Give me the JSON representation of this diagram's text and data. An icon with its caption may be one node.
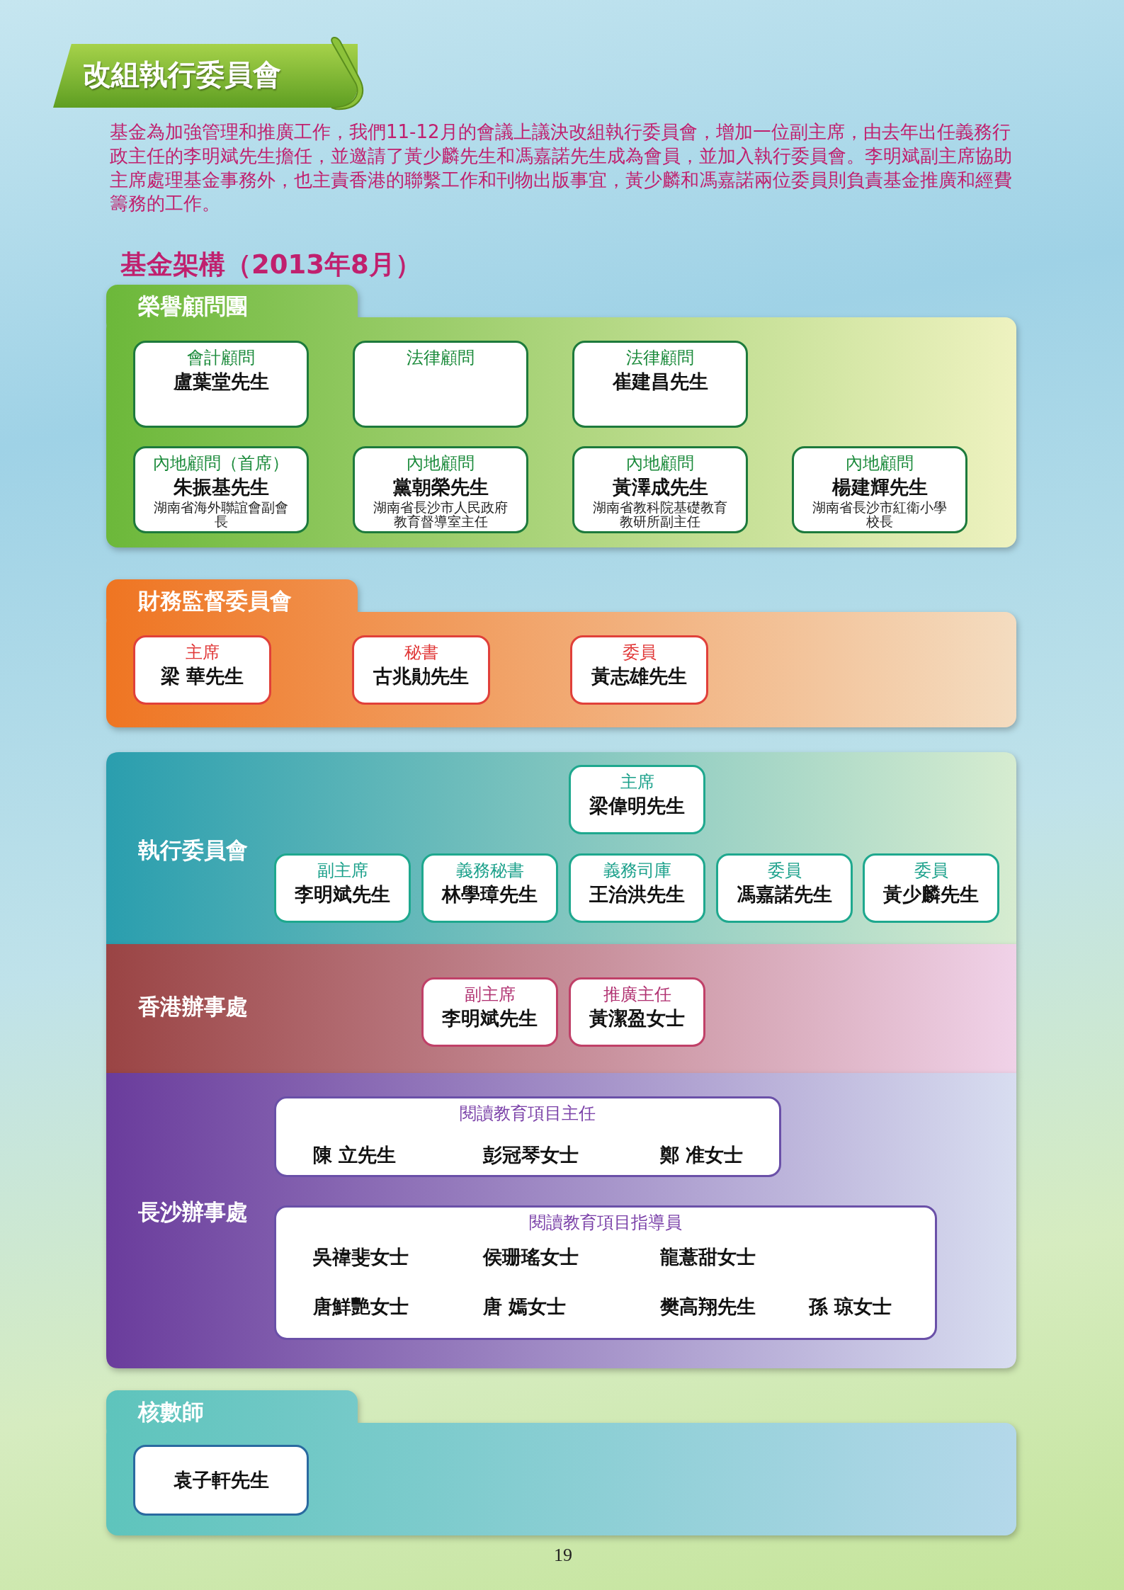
{
  "diagram": {
    "title": "改組執行委員會",
    "nodes": [
      {
        "text": [
          "榮譽顧問團"
        ]
      },
      {
        "text": [
          "會計顧問",
          "盧葉堂先生"
        ],
        "in": 0
      },
      {
        "text": [
          "法律顧問"
        ],
        "in": 0
      },
      {
        "text": [
          "法律顧問",
          "崔建昌先生"
        ],
        "in": 0
      },
      {
        "text": [
          "內地顧問（首席）",
          "朱振基先生",
          "湖南省海外聯誼會副會長"
        ],
        "in": 0
      },
      {
        "text": [
          "內地顧問",
          "黨朝榮先生",
          "湖南省長沙市人民政府教育督導室主任"
        ],
        "in": 0
      },
      {
        "text": [
          "內地顧問",
          "黃澤成先生",
          "湖南省教科院基礎教育教研所副主任"
        ],
        "in": 0
      },
      {
        "text": [
          "內地顧問",
          "楊建輝先生",
          "湖南省長沙市紅衛小學校長"
        ],
        "in": 0
      },
      {
        "text": [
          "財務監督委員會"
        ]
      },
      {
        "text": [
          "主席",
          "梁 華先生"
        ],
        "in": 8
      },
      {
        "text": [
          "秘書",
          "古兆勛先生"
        ],
        "in": 8
      },
      {
        "text": [
          "委員",
          "黃志雄先生"
        ],
        "in": 8
      },
      {
        "text": [
          "執行委員會"
        ]
      },
      {
        "text": [
          "主席",
          "梁偉明先生"
        ],
        "in": 12
      },
      {
        "text": [
          "副主席",
          "李明斌先生"
        ],
        "in": 12
      },
      {
        "text": [
          "義務秘書",
          "林學璋先生"
        ],
        "in": 12
      },
      {
        "text": [
          "義務司庫",
          "王治洪先生"
        ],
        "in": 12
      },
      {
        "text": [
          "委員",
          "馮嘉諾先生"
        ],
        "in": 12
      },
      {
        "text": [
          "委員",
          "黃少麟先生"
        ],
        "in": 12
      },
      {
        "text": [
          "香港辦事處"
        ]
      },
      {
        "text": [
          "副主席",
          "李明斌先生"
        ],
        "in": 19
      },
      {
        "text": [
          "推廣主任",
          "黃潔盈女士"
        ],
        "in": 19
      },
      {
        "text": [
          "長沙辦事處"
        ]
      },
      {
        "text": [
          "閱讀教育項目主任",
          "陳 立先生",
          "彭冠琴女士",
          "鄭 准女士"
        ],
        "in": 22
      },
      {
        "text": [
          "閱讀教育項目指導員",
          "吳禕斐女士",
          "侯珊瑤女士",
          "龍薏甜女士",
          "唐鮮艷女士",
          "唐 嫣女士",
          "樊高翔先生",
          "孫 琼女士"
        ],
        "in": 22
      },
      {
        "text": [
          "核數師"
        ]
      },
      {
        "text": [
          "袁子軒先生"
        ],
        "in": 25
      }
    ],
    "labels": [
      "基金為加強管理和推廣工作，我們11-12月的會議上議決改組執行委員會，增加一位副主席，由去年出任義務行政主任的李明斌先生擔任，並邀請了黃少麟先生和馮嘉諾先生成為會員，並加入執行委員會。李明斌副主席協助主席處理基金事務外，也主責香港的聯繫工作和刊物出版事宜，黃少麟和馮嘉諾兩位委員則負責基金推廣和經費籌務的工作。",
      "基金架構（2013年8月）",
      "19"
    ]
  }
}
